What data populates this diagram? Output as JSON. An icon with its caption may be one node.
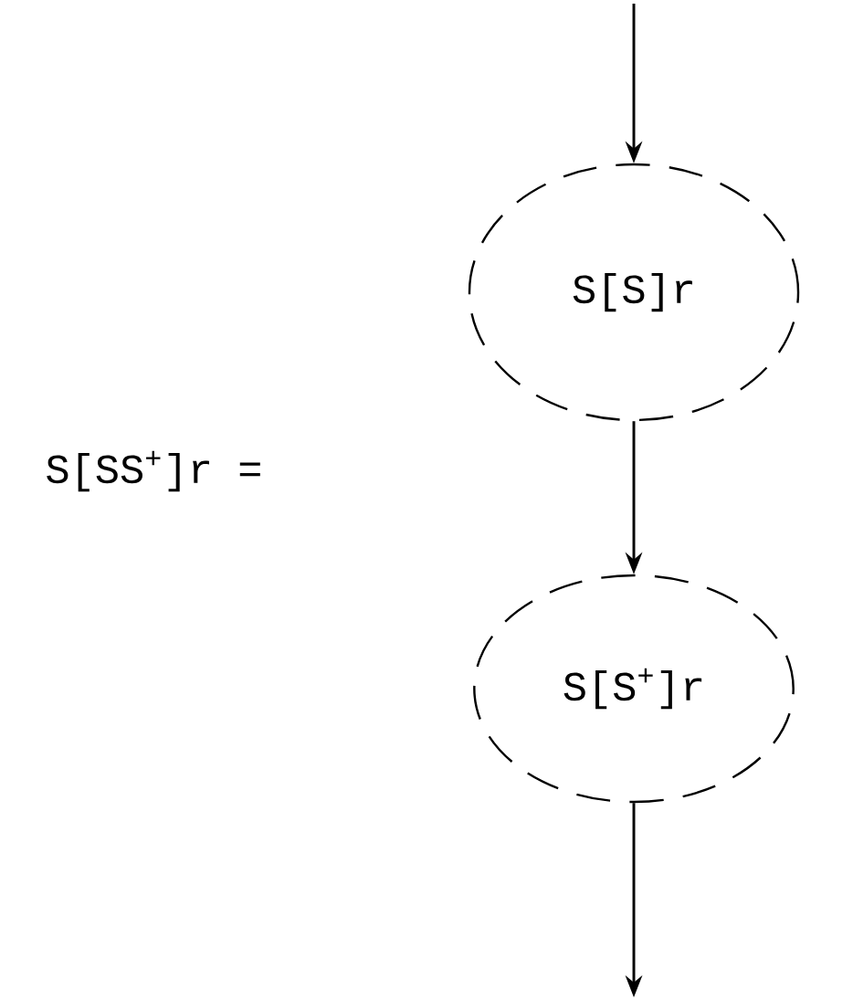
{
  "diagram": {
    "nodes": [
      {
        "text": [
          "S[S]r"
        ]
      },
      {
        "text": [
          "S[S$^{+}$]r"
        ]
      }
    ],
    "edges": [
      {
        "from": null,
        "to": 0,
        "arrow": "to"
      },
      {
        "from": 0,
        "to": 1,
        "arrow": "to"
      },
      {
        "from": 1,
        "to": null,
        "arrow": "to"
      }
    ],
    "labels": [
      "S[SS$^{+}$]r ="
    ]
  }
}
